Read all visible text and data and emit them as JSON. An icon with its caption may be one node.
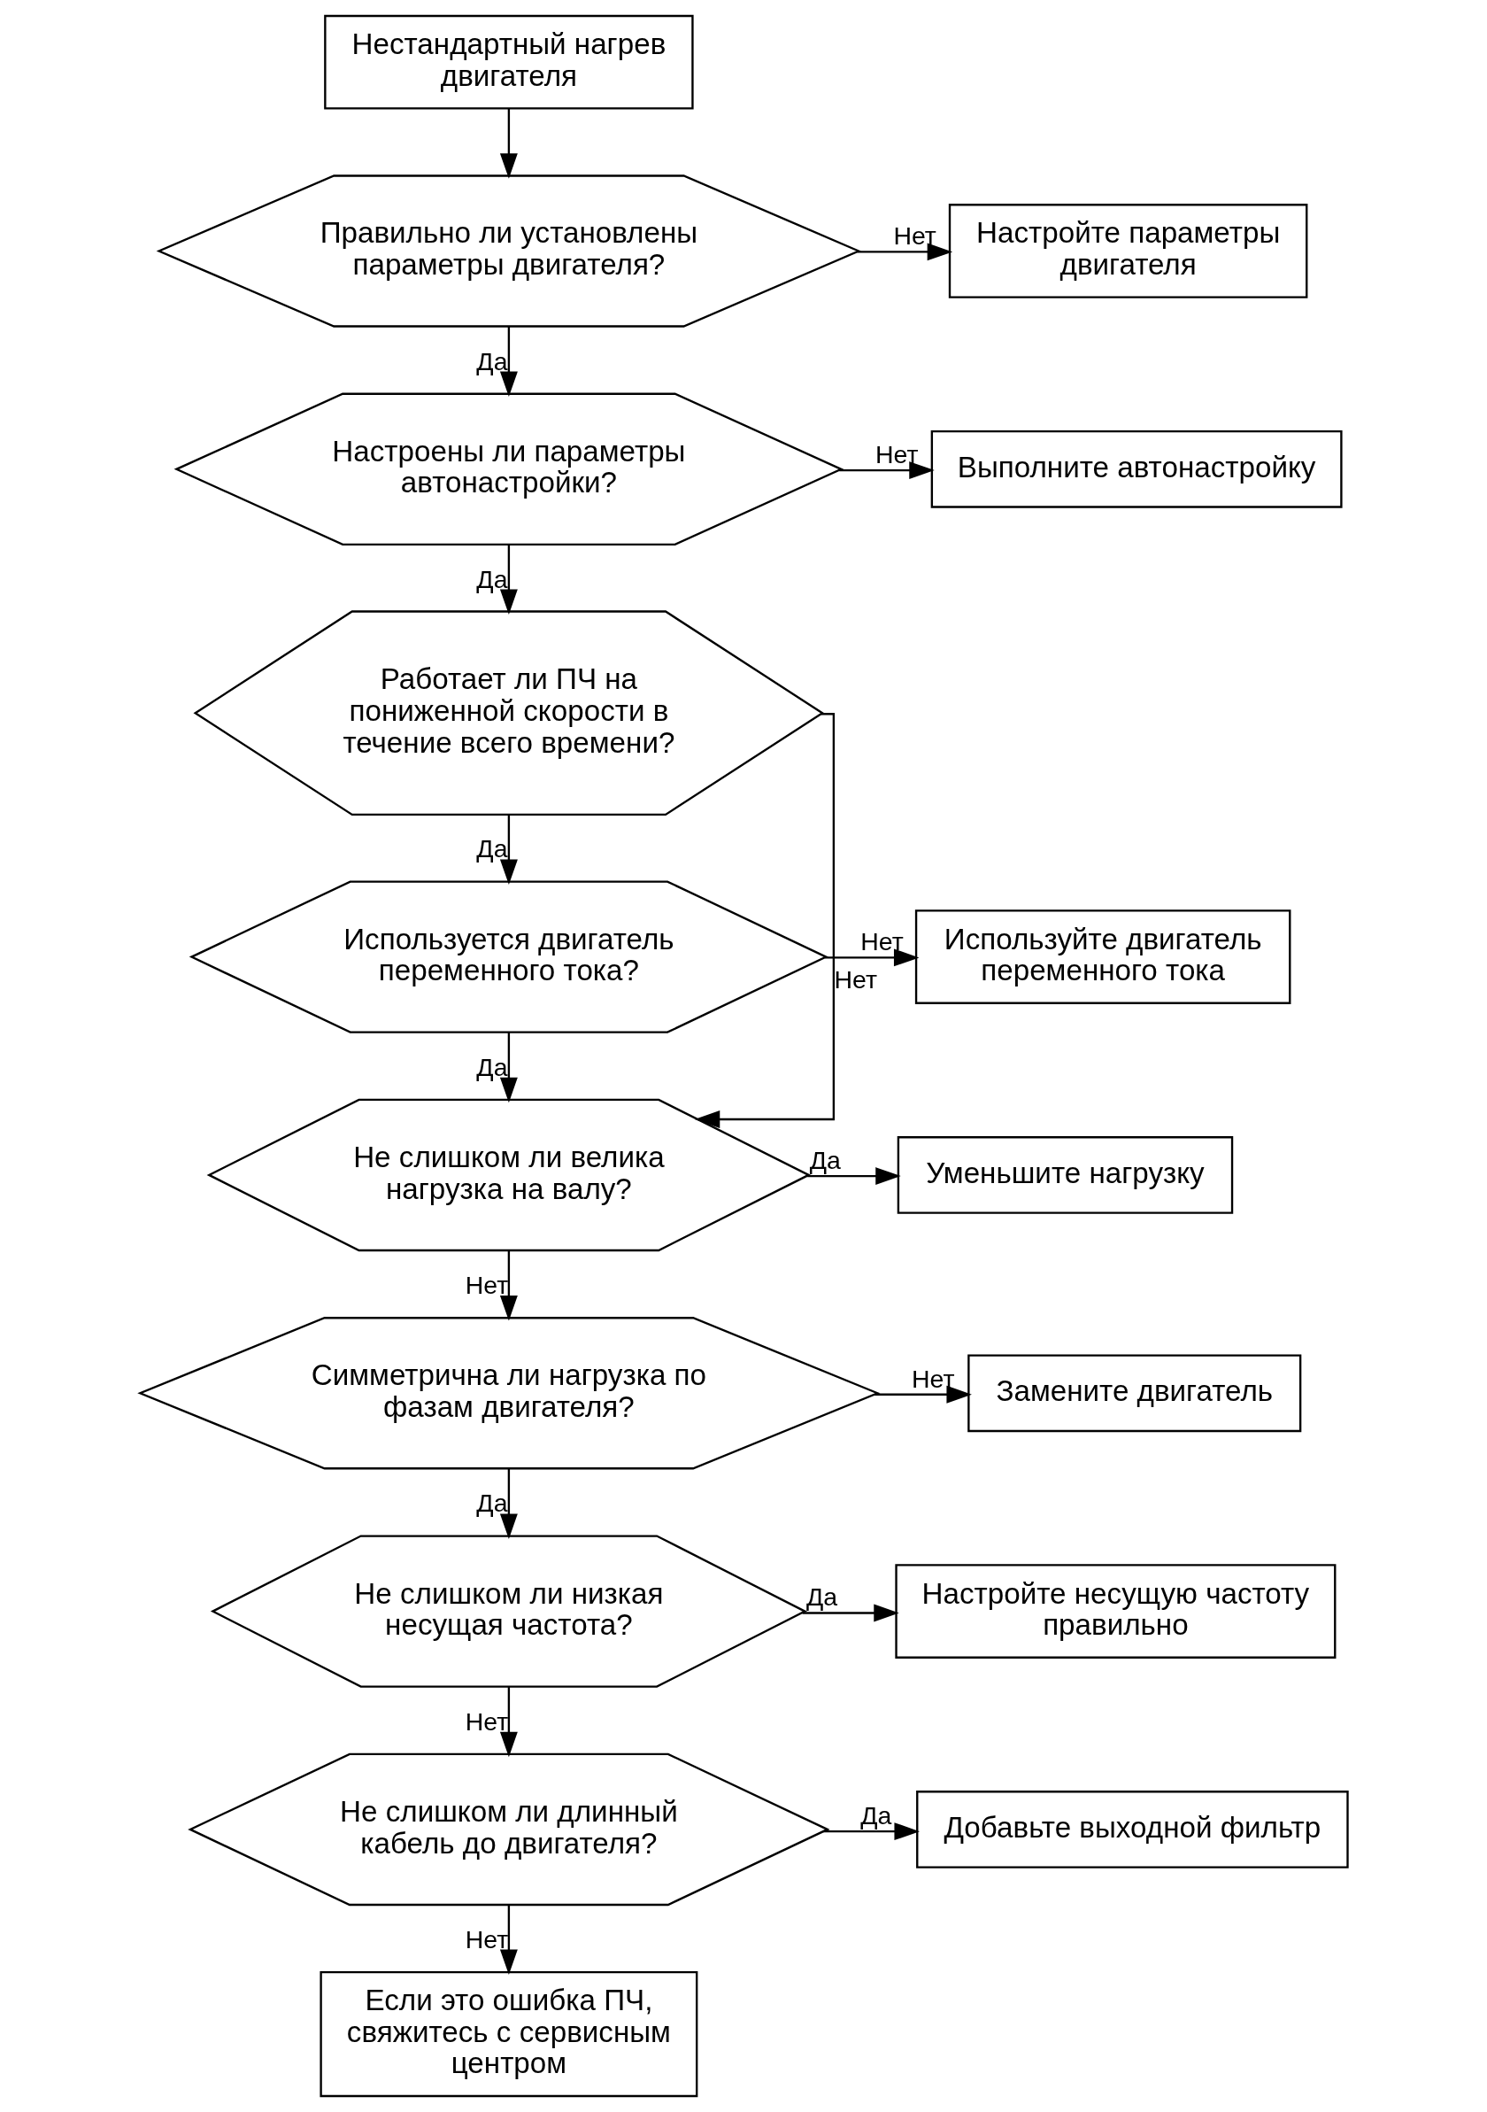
{
  "diagram": {
    "nodes": [
      {
        "text": [
          "Нестандартный нагрев двигателя"
        ]
      },
      {
        "text": [
          "Правильно ли установлены параметры двигателя?"
        ]
      },
      {
        "text": [
          "Настройте параметры двигателя"
        ]
      },
      {
        "text": [
          "Настроены ли параметры автонастройки?"
        ]
      },
      {
        "text": [
          "Выполните автонастройку"
        ]
      },
      {
        "text": [
          "Работает ли ПЧ на пониженной скорости в течение всего времени?"
        ]
      },
      {
        "text": [
          "Используется двигатель переменного тока?"
        ]
      },
      {
        "text": [
          "Используйте двигатель переменного тока"
        ]
      },
      {
        "text": [
          "Не слишком ли велика нагрузка на валу?"
        ]
      },
      {
        "text": [
          "Уменьшите нагрузку"
        ]
      },
      {
        "text": [
          "Симметрична ли нагрузка по фазам двигателя?"
        ]
      },
      {
        "text": [
          "Замените двигатель"
        ]
      },
      {
        "text": [
          "Не слишком ли низкая несущая частота?"
        ]
      },
      {
        "text": [
          "Настройте несущую частоту правильно"
        ]
      },
      {
        "text": [
          "Не слишком ли длинный кабель до двигателя?"
        ]
      },
      {
        "text": [
          "Добавьте выходной фильтр"
        ]
      },
      {
        "text": [
          "Если это ошибка ПЧ, свяжитесь с сервисным центром"
        ]
      }
    ],
    "edges": [
      {
        "from": 0,
        "to": 1,
        "arrow": "to"
      },
      {
        "from": 1,
        "to": 2,
        "arrow": "to",
        "label": "Нет"
      },
      {
        "from": 1,
        "to": 3,
        "arrow": "to",
        "label": "Да"
      },
      {
        "from": 3,
        "to": 4,
        "arrow": "to",
        "label": "Нет"
      },
      {
        "from": 3,
        "to": 5,
        "arrow": "to",
        "label": "Да"
      },
      {
        "from": 5,
        "to": 8,
        "arrow": "to",
        "label": "Нет"
      },
      {
        "from": 5,
        "to": 6,
        "arrow": "to",
        "label": "Да"
      },
      {
        "from": 6,
        "to": 7,
        "arrow": "to",
        "label": "Нет"
      },
      {
        "from": 6,
        "to": 8,
        "arrow": "to",
        "label": "Да"
      },
      {
        "from": 8,
        "to": 9,
        "arrow": "to",
        "label": "Да"
      },
      {
        "from": 8,
        "to": 10,
        "arrow": "to",
        "label": "Нет"
      },
      {
        "from": 10,
        "to": 11,
        "arrow": "to",
        "label": "Нет"
      },
      {
        "from": 10,
        "to": 12,
        "arrow": "to",
        "label": "Да"
      },
      {
        "from": 12,
        "to": 13,
        "arrow": "to",
        "label": "Да"
      },
      {
        "from": 12,
        "to": 14,
        "arrow": "to",
        "label": "Нет"
      },
      {
        "from": 14,
        "to": 15,
        "arrow": "to",
        "label": "Да"
      },
      {
        "from": 14,
        "to": 16,
        "arrow": "to",
        "label": "Нет"
      }
    ]
  }
}
